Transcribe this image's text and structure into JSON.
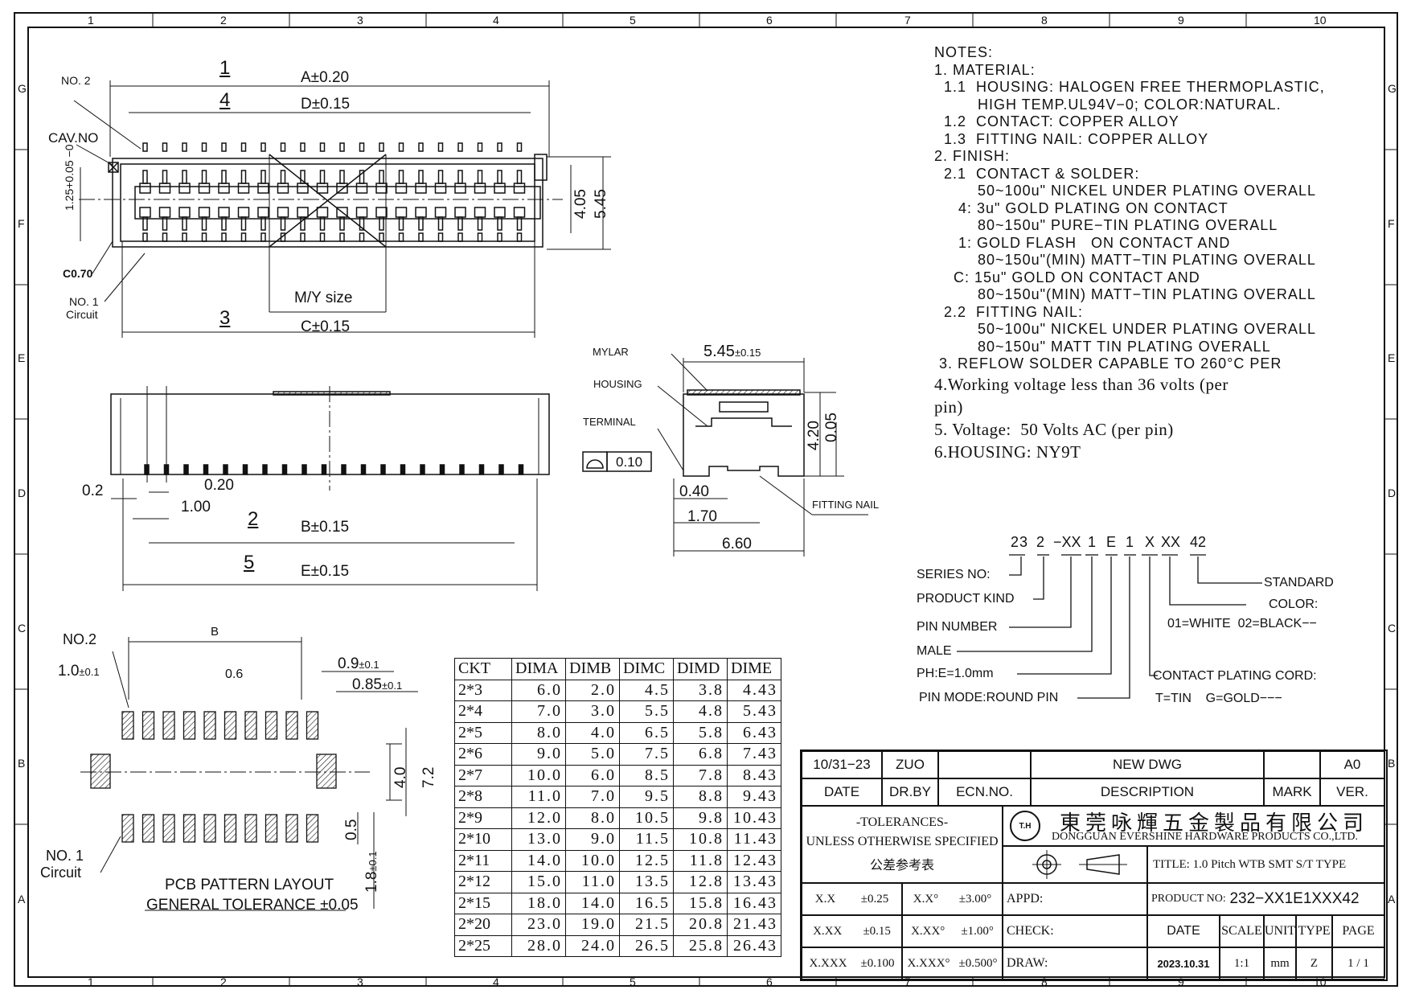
{
  "frame": {
    "col_numbers": [
      "1",
      "2",
      "3",
      "4",
      "5",
      "6",
      "7",
      "8",
      "9",
      "10"
    ],
    "row_letters": [
      "G",
      "F",
      "E",
      "D",
      "C",
      "B",
      "A"
    ]
  },
  "top_view": {
    "no2": "NO. 2",
    "cavno": "CAV.NO",
    "c070": "C0.70",
    "no1": "NO. 1",
    "circuit": "Circuit",
    "tol_125": "1.25+0.05 −0",
    "dim_405": "4.05",
    "dim_545": "5.45",
    "mark1": "1",
    "dim_a": "A±0.20",
    "mark4": "4",
    "dim_d": "D±0.15",
    "my_size": "M/Y size",
    "mark3": "3",
    "dim_c": "C±0.15"
  },
  "side_view": {
    "d02": "0.2",
    "d020": "0.20",
    "d100": "1.00",
    "mark2": "2",
    "dim_b": "B±0.15",
    "mark5": "5",
    "dim_e": "E±0.15"
  },
  "end_view": {
    "mylar": "MYLAR",
    "housing": "HOUSING",
    "terminal": "TERMINAL",
    "flatness": "0.10",
    "d545": "5.45",
    "tol015": "±0.15",
    "d420": "4.20",
    "d005": "0.05",
    "d040": "0.40",
    "d170": "1.70",
    "d660": "6.60",
    "fitting_nail": "FITTING NAIL"
  },
  "notes": {
    "lines": [
      "NOTES:",
      "1. MATERIAL:",
      "  1.1  HOUSING: HALOGEN FREE THERMOPLASTIC,",
      "         HIGH TEMP.UL94V−0; COLOR:NATURAL.",
      "  1.2  CONTACT: COPPER ALLOY",
      "  1.3  FITTING NAIL: COPPER ALLOY",
      "2. FINISH:",
      "  2.1  CONTACT & SOLDER:",
      "         50~100u\" NICKEL UNDER PLATING OVERALL",
      "     4: 3u\" GOLD PLATING ON CONTACT",
      "         80~150u\" PURE−TIN PLATING OVERALL",
      "     1: GOLD FLASH   ON CONTACT AND",
      "         80~150u\"(MIN) MATT−TIN PLATING OVERALL",
      "    C: 15u\" GOLD ON CONTACT AND",
      "         80~150u\"(MIN) MATT−TIN PLATING OVERALL",
      "  2.2  FITTING NAIL:",
      "         50~100u\" NICKEL UNDER PLATING OVERALL",
      "         80~150u\" MATT TIN PLATING OVERALL",
      " 3. REFLOW SOLDER CAPABLE TO 260°C PER"
    ],
    "big_lines": [
      "4.Working voltage less than 36 volts (per",
      "pin)",
      "5. Voltage:  50 Volts AC (per pin)",
      "6.HOUSING: NY9T"
    ]
  },
  "part_code": {
    "parts": [
      "23",
      "2",
      "−XX",
      "1",
      "E",
      "1",
      "X",
      "XX",
      "42"
    ],
    "series": "SERIES NO:",
    "kind": "PRODUCT KIND",
    "pins": "PIN NUMBER",
    "male": "MALE",
    "ph": "PH:E=1.0mm",
    "mode": "PIN MODE:ROUND PIN",
    "standard": "STANDARD",
    "color": "COLOR:",
    "color_opts": "01=WHITE  02=BLACK−−",
    "plating": "CONTACT PLATING CORD:",
    "plating_opts": "T=TIN    G=GOLD−−−"
  },
  "pcb": {
    "no2": "NO.2",
    "b": "B",
    "d10": "1.0",
    "d10tol": "±0.1",
    "d06": "0.6",
    "d09": "0.9",
    "d09tol": "±0.1",
    "d085": "0.85",
    "d085tol": "±0.1",
    "d40": "4.0",
    "d72": "7.2",
    "d05": "0.5",
    "d18": "1.8",
    "d18tol": "±0.1",
    "no1": "NO. 1",
    "circuit": "Circuit",
    "title1": "PCB PATTERN LAYOUT",
    "title2": "GENERAL TOLERANCE ±0.05"
  },
  "dim_table": {
    "headers": [
      "CKT",
      "DIMA",
      "DIMB",
      "DIMC",
      "DIMD",
      "DIME"
    ],
    "rows": [
      [
        "2*3",
        "6.0",
        "2.0",
        "4.5",
        "3.8",
        "4.43"
      ],
      [
        "2*4",
        "7.0",
        "3.0",
        "5.5",
        "4.8",
        "5.43"
      ],
      [
        "2*5",
        "8.0",
        "4.0",
        "6.5",
        "5.8",
        "6.43"
      ],
      [
        "2*6",
        "9.0",
        "5.0",
        "7.5",
        "6.8",
        "7.43"
      ],
      [
        "2*7",
        "10.0",
        "6.0",
        "8.5",
        "7.8",
        "8.43"
      ],
      [
        "2*8",
        "11.0",
        "7.0",
        "9.5",
        "8.8",
        "9.43"
      ],
      [
        "2*9",
        "12.0",
        "8.0",
        "10.5",
        "9.8",
        "10.43"
      ],
      [
        "2*10",
        "13.0",
        "9.0",
        "11.5",
        "10.8",
        "11.43"
      ],
      [
        "2*11",
        "14.0",
        "10.0",
        "12.5",
        "11.8",
        "12.43"
      ],
      [
        "2*12",
        "15.0",
        "11.0",
        "13.5",
        "12.8",
        "13.43"
      ],
      [
        "2*15",
        "18.0",
        "14.0",
        "16.5",
        "15.8",
        "16.43"
      ],
      [
        "2*20",
        "23.0",
        "19.0",
        "21.5",
        "20.8",
        "21.43"
      ],
      [
        "2*25",
        "28.0",
        "24.0",
        "26.5",
        "25.8",
        "26.43"
      ]
    ]
  },
  "title_block": {
    "rev_date": "10/31−23",
    "rev_by": "ZUO",
    "rev_desc": "NEW  DWG",
    "rev_ver": "A0",
    "h_date": "DATE",
    "h_drby": "DR.BY",
    "h_ecn": "ECN.NO.",
    "h_desc": "DESCRIPTION",
    "h_mark": "MARK",
    "h_ver": "VER.",
    "tol_title": "-TOLERANCES-",
    "tol_sub": "UNLESS OTHERWISE SPECIFIED",
    "tol_cn": "公差参考表",
    "logo": "T.H",
    "company_cn": "東莞咏輝五金製品有限公司",
    "company_en": "DONGGUAN EVERSHINE HARDWARE PRODUCTS CO.,LTD.",
    "title_label": "TITLE:",
    "title_value": "1.0 Pitch WTB SMT S/T TYPE",
    "t1a": "X.X",
    "t1b": "±0.25",
    "t1c": "X.X°",
    "t1d": "±3.00°",
    "t2a": "X.XX",
    "t2b": "±0.15",
    "t2c": "X.XX°",
    "t2d": "±1.00°",
    "t3a": "X.XXX",
    "t3b": "±0.100",
    "t3c": "X.XXX°",
    "t3d": "±0.500°",
    "appd": "APPD:",
    "check": "CHECK:",
    "draw": "DRAW:",
    "product_label": "PRODUCT NO:",
    "product_no": "232−XX1E1XXX42",
    "c_date": "DATE",
    "c_scale": "SCALE",
    "c_unit": "UNIT",
    "c_type": "TYPE",
    "c_page": "PAGE",
    "v_date": "2023.10.31",
    "v_scale": "1:1",
    "v_unit": "mm",
    "v_type": "Z",
    "v_page": "1 / 1"
  }
}
